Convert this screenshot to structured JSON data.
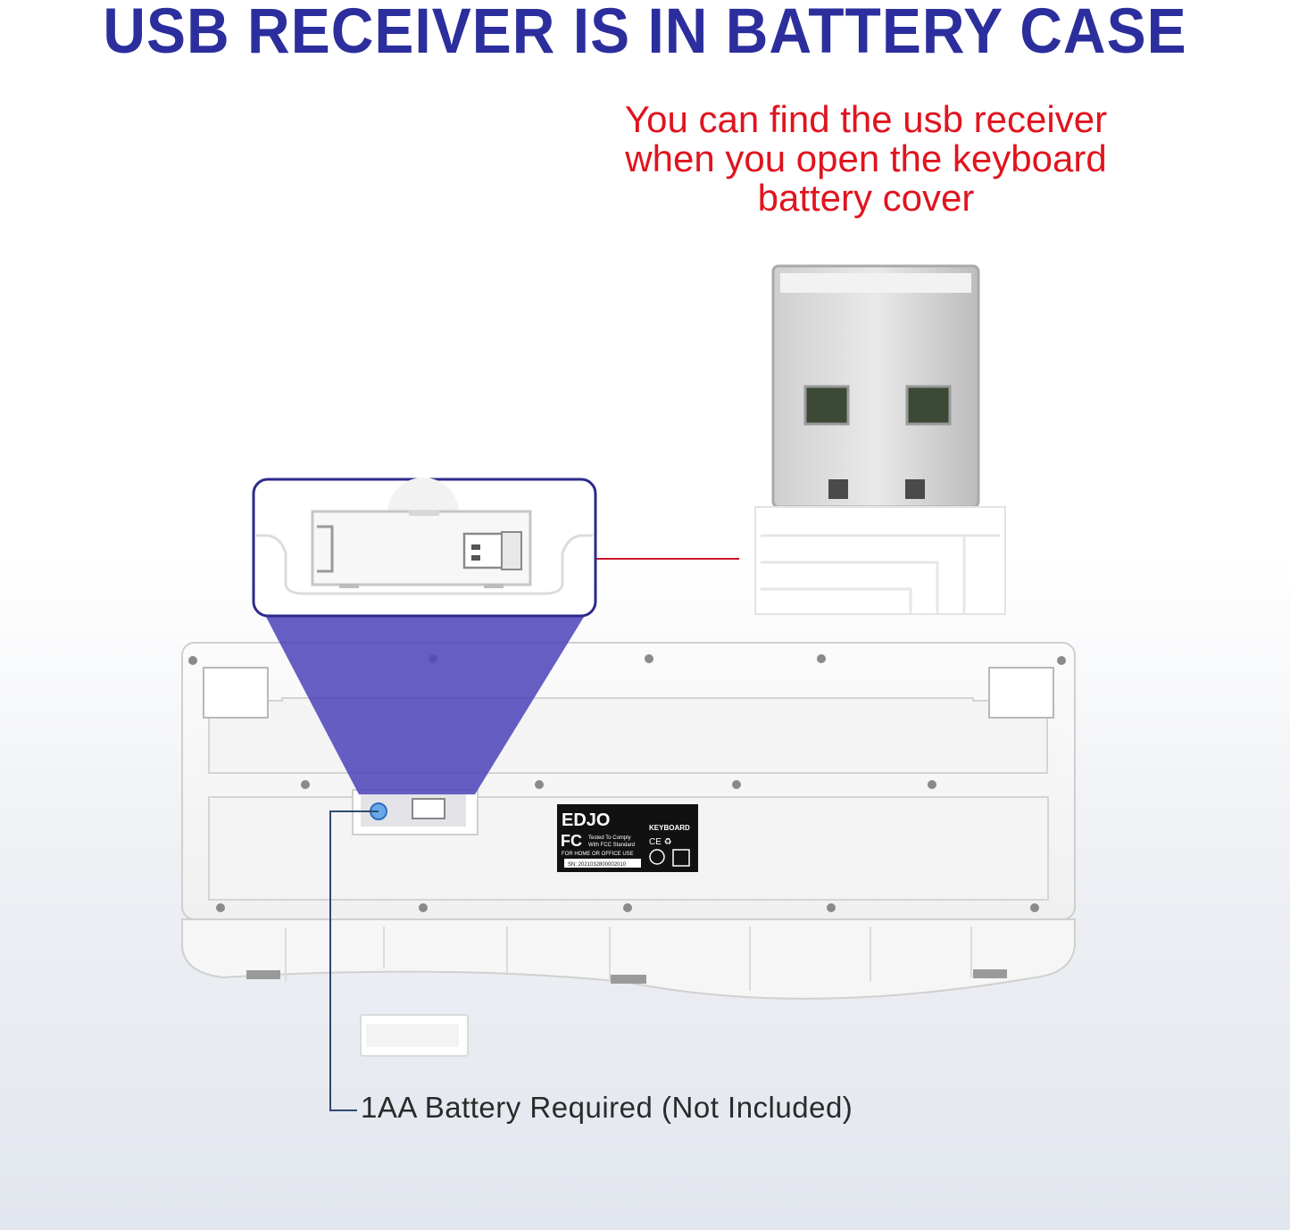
{
  "header": {
    "title": "USB RECEIVER IS IN BATTERY CASE"
  },
  "callout": {
    "line1": "You can find the usb receiver",
    "line2": "when you open the keyboard",
    "line3": "battery cover"
  },
  "note": {
    "text": "1AA Battery Required (Not Included)"
  },
  "label_sticker": {
    "brand": "EDJO",
    "product": "KEYBOARD",
    "fcc_line1": "Tested To Comply",
    "fcc_line2": "With FCC Standard",
    "usage": "FOR HOME OR OFFICE USE",
    "serial": "SN: 2021032800002010"
  },
  "colors": {
    "title": "#2b2e9c",
    "callout": "#e0141e",
    "highlight": "#5a52bf",
    "pointer_line": "#c8102e"
  }
}
